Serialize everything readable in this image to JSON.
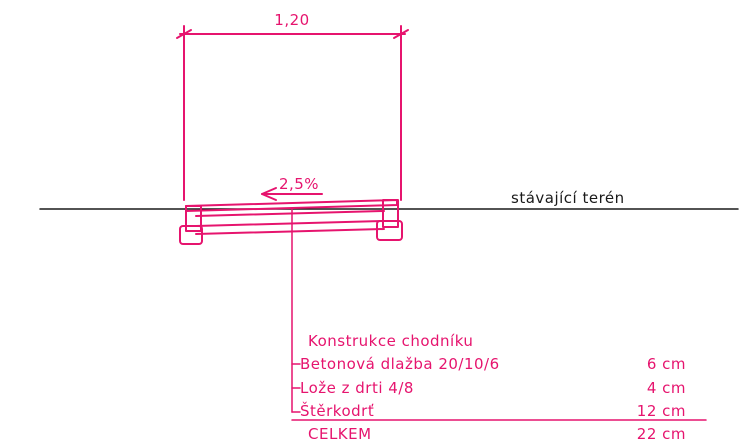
{
  "colors": {
    "accent": "#e6146e",
    "ground_line": "#1a1a1a",
    "background": "#ffffff"
  },
  "dimension": {
    "width_label": "1,20"
  },
  "slope": {
    "label": "2,5%",
    "direction": "left"
  },
  "terrain": {
    "label": "stávající terén"
  },
  "legend": {
    "title": "Konstrukce chodníku",
    "layers": [
      {
        "name": "Betonová dlažba 20/10/6",
        "thickness": "6 cm"
      },
      {
        "name": "Lože z drti 4/8",
        "thickness": "4 cm"
      },
      {
        "name": "Štěrkodrť",
        "thickness": "12 cm"
      }
    ],
    "total": {
      "name": "CELKEM",
      "thickness": "22 cm"
    }
  }
}
